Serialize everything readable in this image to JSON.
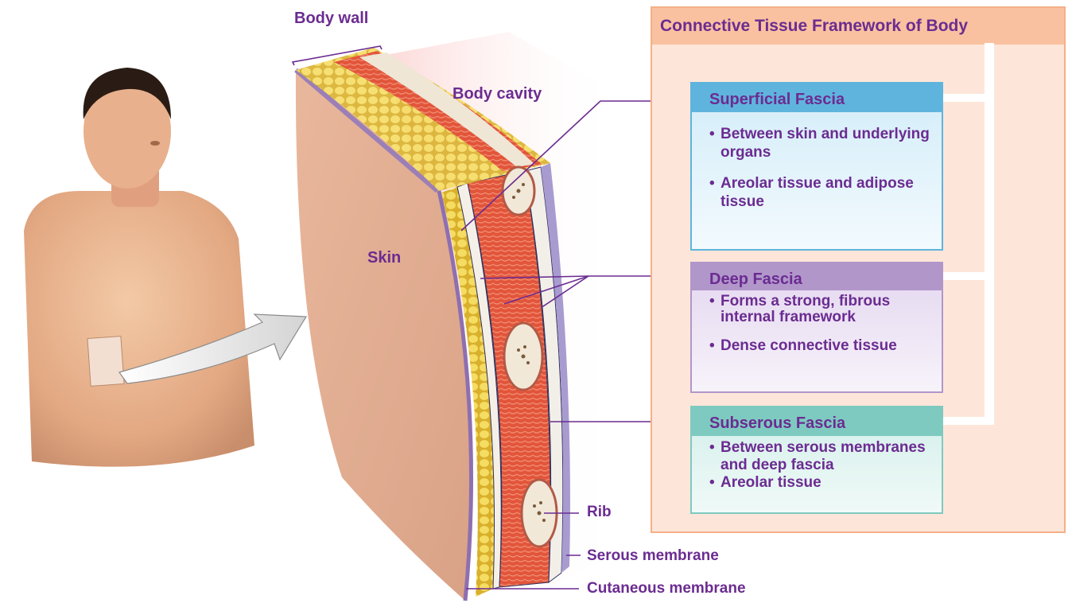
{
  "labels": {
    "body_wall": "Body wall",
    "body_cavity": "Body cavity",
    "skin": "Skin",
    "rib": "Rib",
    "serous_membrane": "Serous membrane",
    "cutaneous_membrane": "Cutaneous membrane"
  },
  "framework": {
    "title": "Connective Tissue Framework of Body",
    "cards": [
      {
        "title": "Superficial Fascia",
        "color": "#5fb4de",
        "bullets": [
          "Between skin and underlying organs",
          "Areolar tissue and adipose tissue"
        ]
      },
      {
        "title": "Deep Fascia",
        "color": "#b196ca",
        "bullets": [
          "Forms a strong, fibrous internal framework",
          "Dense connective tissue"
        ]
      },
      {
        "title": "Subserous Fascia",
        "color": "#7ecac1",
        "bullets": [
          "Between serous membranes and deep fascia",
          "Areolar tissue"
        ]
      }
    ]
  },
  "colors": {
    "label_text": "#6b2c91",
    "panel_bg": "#fde6d9",
    "panel_border": "#f4b089",
    "panel_title_bg": "#f9c19f"
  }
}
